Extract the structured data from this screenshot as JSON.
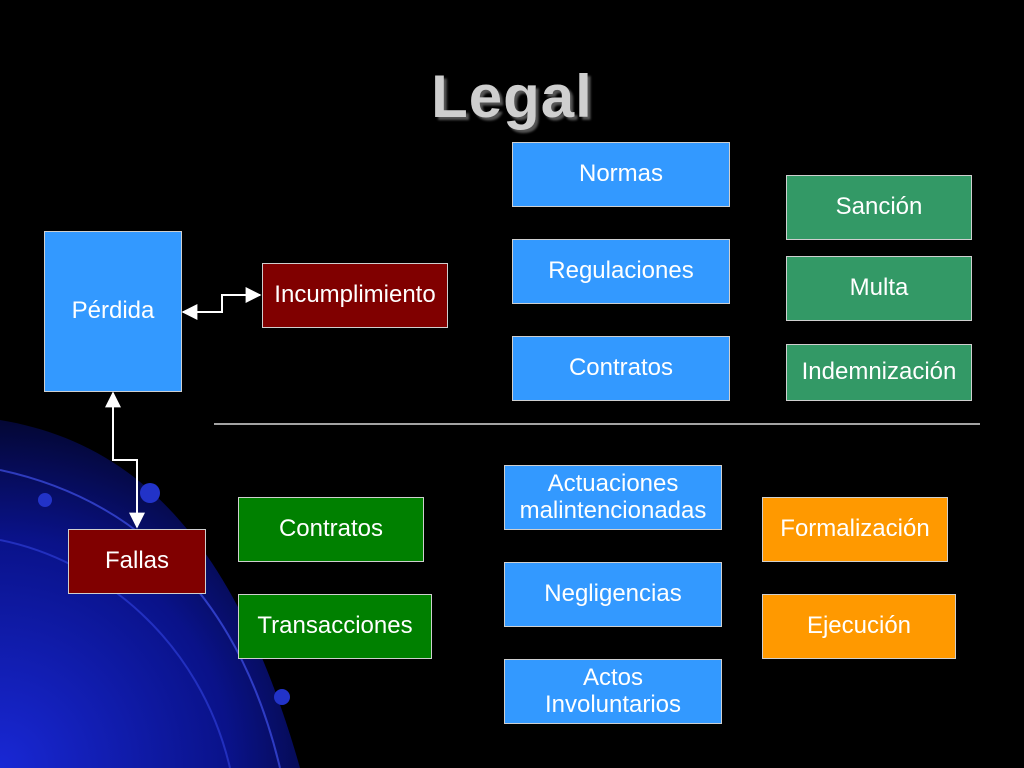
{
  "slide": {
    "title": "Legal",
    "nodes": {
      "perdida": "Pérdida",
      "incumplimiento": "Incumplimiento",
      "fallas": "Fallas",
      "normas": "Normas",
      "regulaciones": "Regulaciones",
      "contratos_top": "Contratos",
      "sancion": "Sanción",
      "multa": "Multa",
      "indemnizacion": "Indemnización",
      "contratos_bottom": "Contratos",
      "transacciones": "Transacciones",
      "actuaciones_l1": "Actuaciones",
      "actuaciones_l2": "malintencionadas",
      "negligencias": "Negligencias",
      "actos_l1": "Actos",
      "actos_l2": "Involuntarios",
      "formalizacion": "Formalización",
      "ejecucion": "Ejecución"
    },
    "colors": {
      "blue": "#3399ff",
      "green": "#339966",
      "dark_green": "#008000",
      "maroon": "#800000",
      "orange": "#ff9900"
    }
  }
}
